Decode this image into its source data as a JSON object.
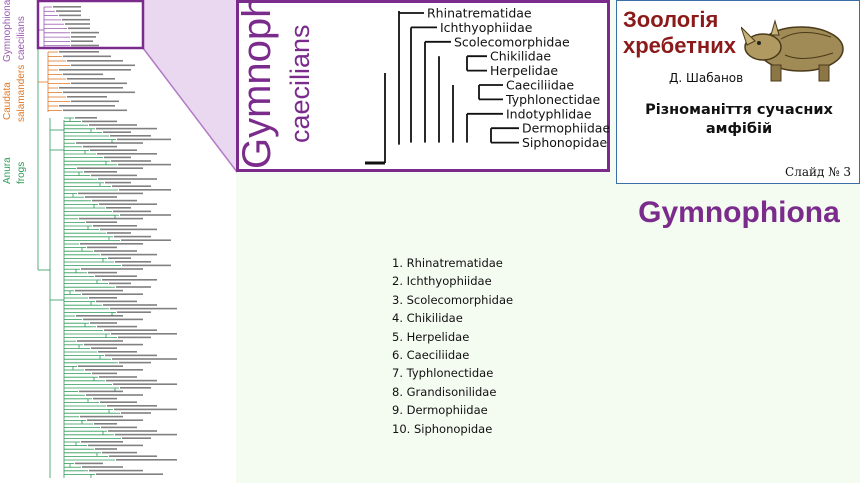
{
  "colors": {
    "gymno": "#9a5bb0",
    "caudata": "#e07a2a",
    "anura": "#2f9a5a",
    "accent": "#7a2b8c",
    "book_title": "#8b1a1a",
    "book_border": "#3a6fa8"
  },
  "tree_labels": {
    "gymnophiona": "Gymnophiona",
    "caecilians": "caecilians",
    "caudata": "Caudata",
    "salamanders": "salamanders",
    "anura": "Anura",
    "frogs": "frogs"
  },
  "zoom": {
    "title": "Gymnophiona",
    "subtitle": "caecilians",
    "taxa": [
      "Rhinatrematidae",
      "Ichthyophiidae",
      "Scolecomorphidae",
      "Chikilidae",
      "Herpelidae",
      "Caeciliidae",
      "Typhlonectidae",
      "Indotyphlidae",
      "Dermophiidae",
      "Siphonopidae"
    ]
  },
  "book": {
    "title_line1": "Зоологія",
    "title_line2": "хребетних",
    "author": "Д. Шабанов",
    "subtitle_line1": "Різноманіття сучасних",
    "subtitle_line2": "амфібій",
    "slide": "Слайд № 3"
  },
  "heading": "Gymnophiona",
  "families": [
    "1. Rhinatrematidae",
    "2. Ichthyophiidae",
    "3. Scolecomorphidae",
    "4. Chikilidae",
    "5. Herpelidae",
    "6. Caeciliidae",
    "7. Typhlonectidae",
    "8. Grandisonilidae",
    "9. Dermophiidae",
    "10. Siphonopidae"
  ]
}
